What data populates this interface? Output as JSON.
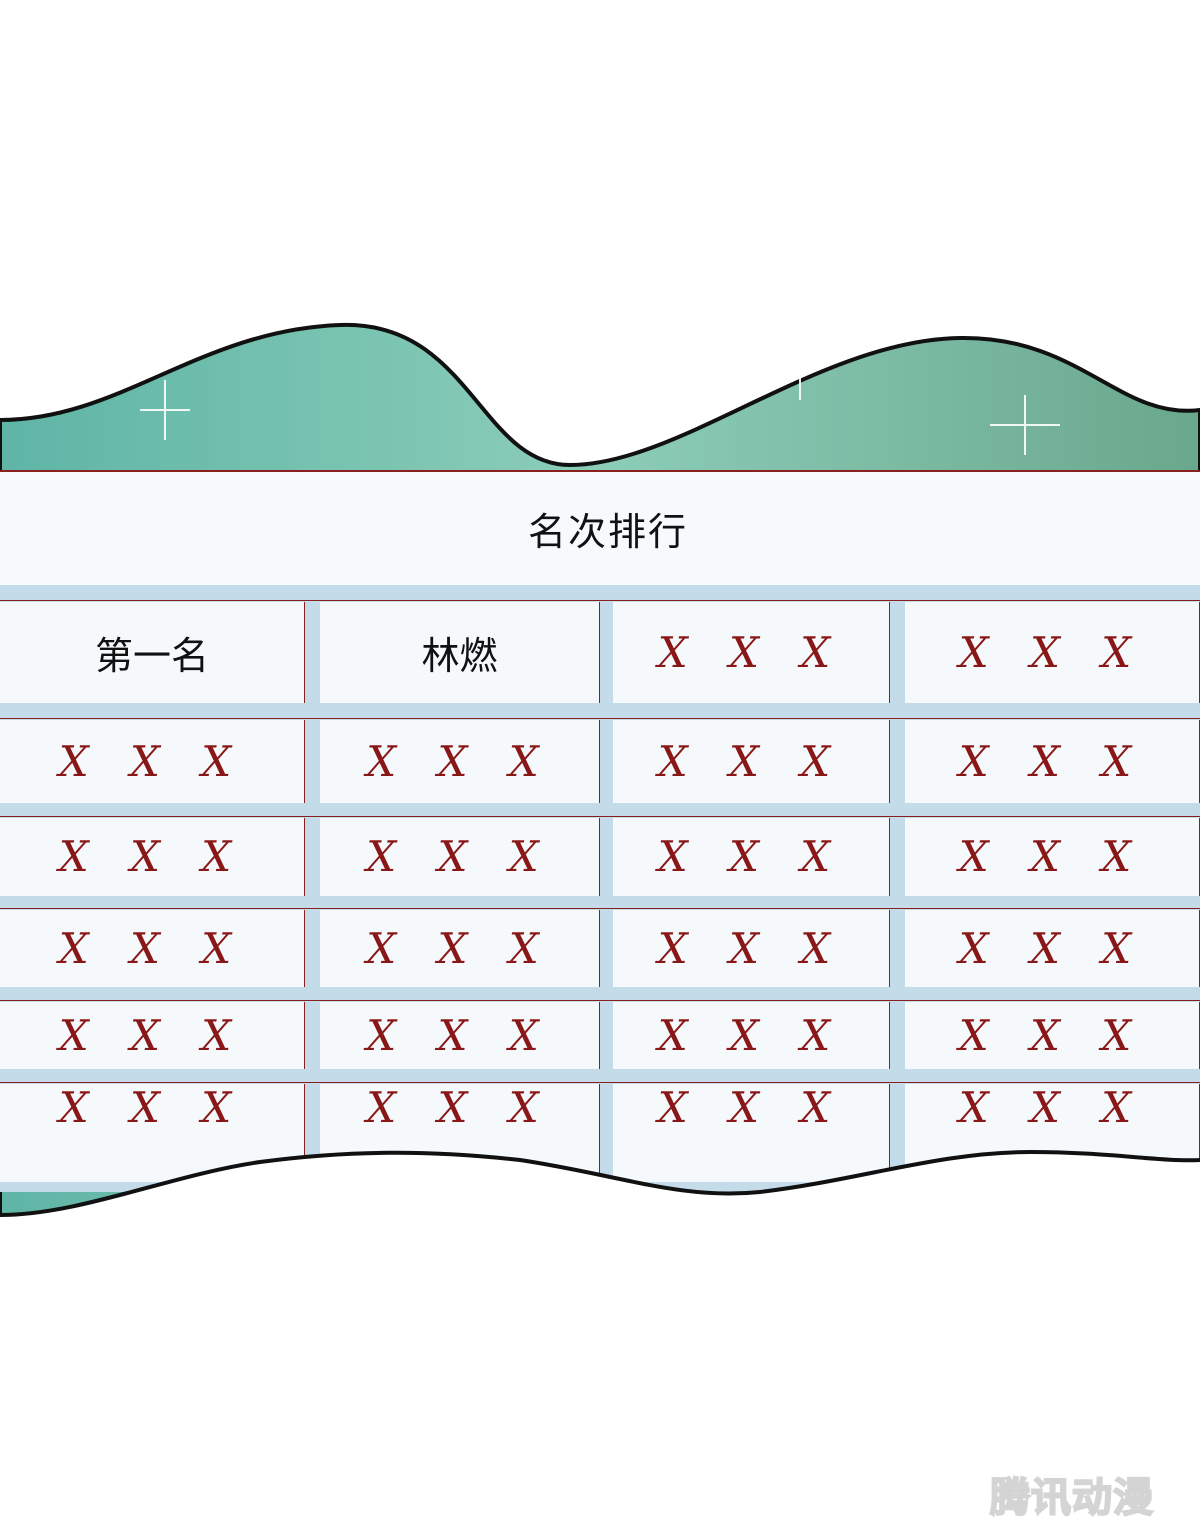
{
  "board": {
    "title": "名次排行",
    "header_row": [
      "第一名",
      "林燃",
      "X X X",
      "X X X"
    ],
    "rows": [
      [
        "X X X",
        "X X X",
        "X X X",
        "X X X"
      ],
      [
        "X X X",
        "X X X",
        "X X X",
        "X X X"
      ],
      [
        "X X X",
        "X X X",
        "X X X",
        "X X X"
      ],
      [
        "X X X",
        "X X X",
        "X X X",
        "X X X"
      ],
      [
        "X X X",
        "X X X",
        "X X X",
        "X X X"
      ]
    ]
  },
  "watermark": "腾讯动漫",
  "colors": {
    "ink_red": "#8a1717",
    "board_green": "#7cc4b4",
    "frame_blue": "#c4dcea"
  }
}
